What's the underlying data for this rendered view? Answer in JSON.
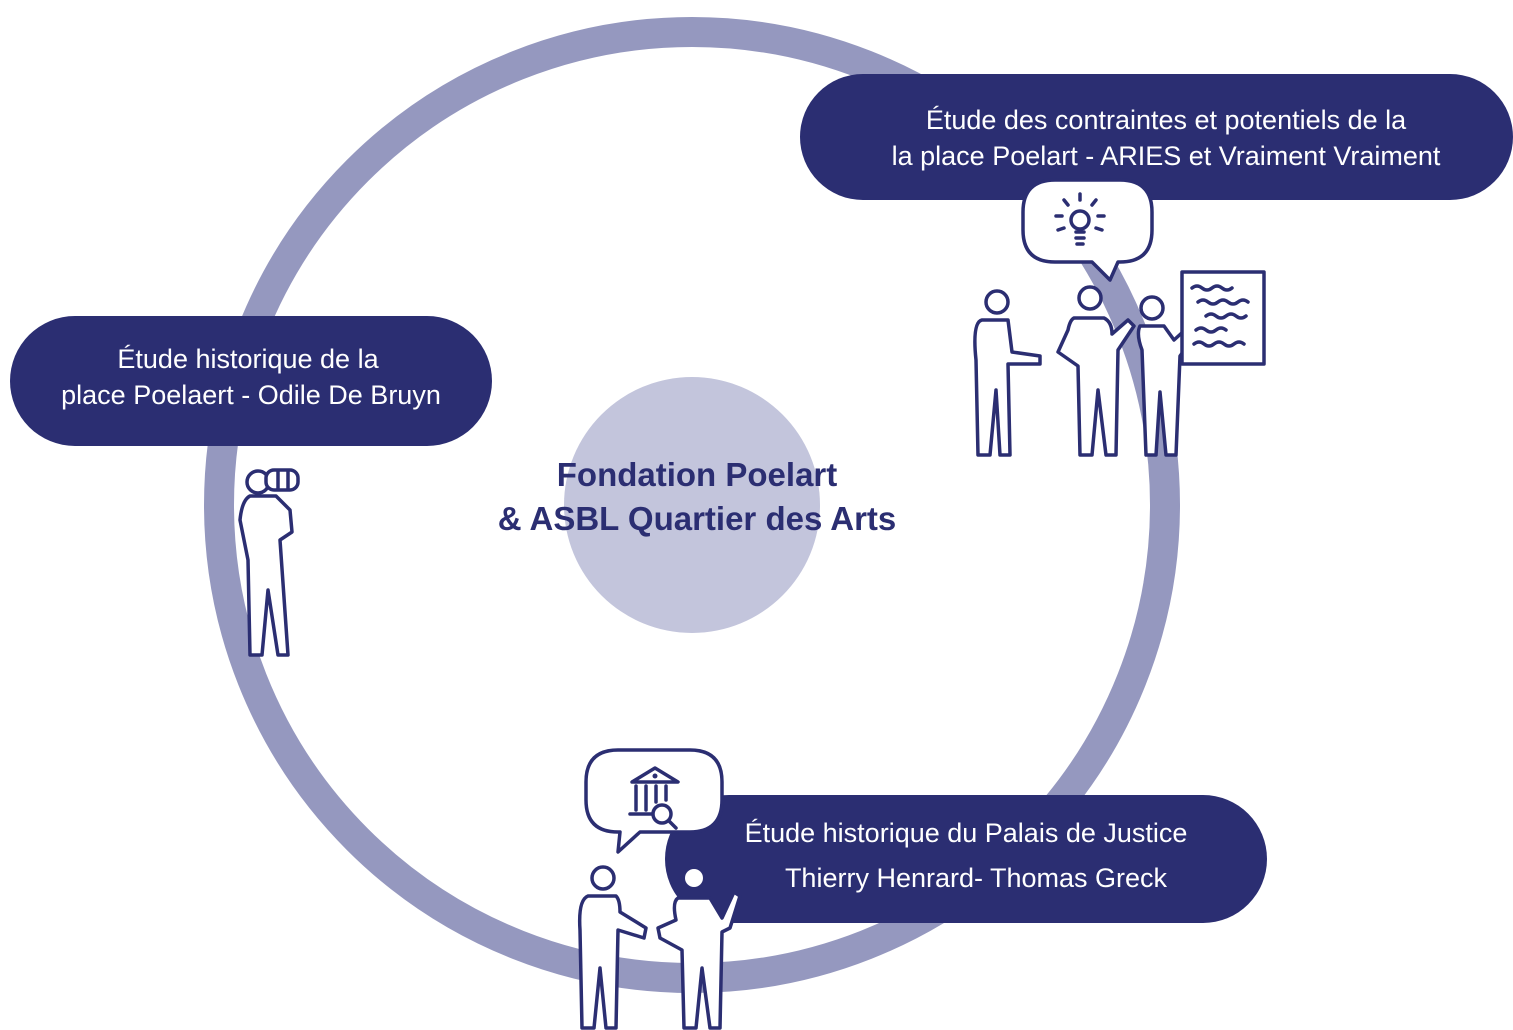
{
  "center": {
    "line1": "Fondation Poelart",
    "line2": "& ASBL Quartier des Arts"
  },
  "studies": [
    {
      "line1": "Étude des contraintes et potentiels de la",
      "line2": "la place Poelart - ARIES et Vraiment Vraiment",
      "icon": "lightbulb-icon"
    },
    {
      "line1": "Étude historique de la",
      "line2": "place Poelaert - Odile De Bruyn",
      "icon": "binoculars-icon"
    },
    {
      "line1": "Étude historique du Palais de Justice",
      "line2": "Thierry Henrard- Thomas Greck",
      "icon": "courthouse-search-icon"
    }
  ],
  "colors": {
    "navy": "#2b2e72",
    "ring": "#9598bf",
    "center_disc": "#c3c5dc"
  }
}
